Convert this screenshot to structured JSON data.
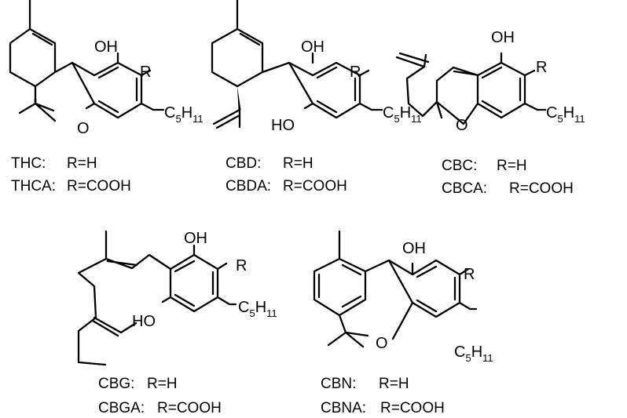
{
  "molecules": [
    {
      "id": "thc",
      "groups": {
        "oh": "OH",
        "r": "R",
        "c5": "C",
        "c5_sub": "5",
        "c5_h": "H",
        "c5_h_sub": "11",
        "ring_o": "O"
      },
      "captions": [
        {
          "name": "THC:",
          "formula": "R=H"
        },
        {
          "name": "THCA:",
          "formula": "R=COOH"
        }
      ]
    },
    {
      "id": "cbd",
      "groups": {
        "oh": "OH",
        "oh2": "HO",
        "r": "R",
        "c5": "C",
        "c5_sub": "5",
        "c5_h": "H",
        "c5_h_sub": "11"
      },
      "captions": [
        {
          "name": "CBD:",
          "formula": "R=H"
        },
        {
          "name": "CBDA:",
          "formula": "R=COOH"
        }
      ]
    },
    {
      "id": "cbc",
      "groups": {
        "oh": "OH",
        "r": "R",
        "c5": "C",
        "c5_sub": "5",
        "c5_h": "H",
        "c5_h_sub": "11",
        "ring_o": "O"
      },
      "captions": [
        {
          "name": "CBC:",
          "formula": "R=H"
        },
        {
          "name": "CBCA:",
          "formula": "R=COOH"
        }
      ]
    },
    {
      "id": "cbg",
      "groups": {
        "oh": "OH",
        "oh2": "HO",
        "r": "R",
        "c5": "C",
        "c5_sub": "5",
        "c5_h": "H",
        "c5_h_sub": "11"
      },
      "captions": [
        {
          "name": "CBG:",
          "formula": "R=H"
        },
        {
          "name": "CBGA:",
          "formula": "R=COOH"
        }
      ]
    },
    {
      "id": "cbn",
      "groups": {
        "oh": "OH",
        "r": "R",
        "c5": "C",
        "c5_sub": "5",
        "c5_h": "H",
        "c5_h_sub": "11",
        "ring_o": "O"
      },
      "captions": [
        {
          "name": "CBN:",
          "formula": "R=H"
        },
        {
          "name": "CBNA:",
          "formula": "R=COOH"
        }
      ]
    }
  ]
}
